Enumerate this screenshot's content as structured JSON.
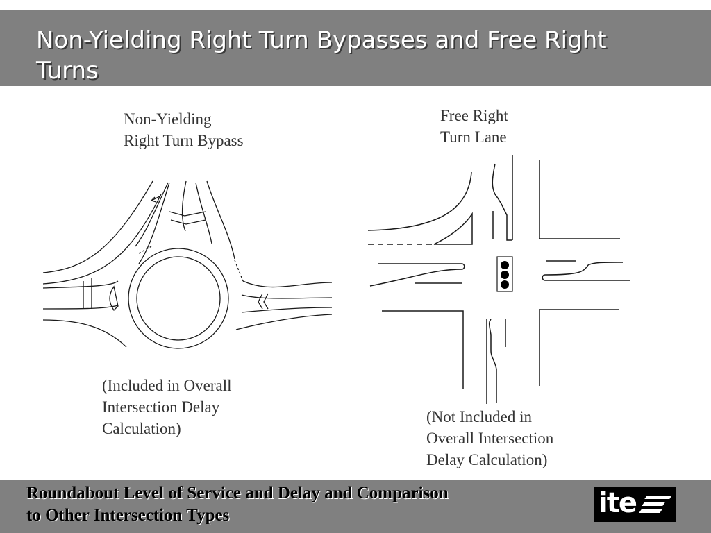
{
  "slide": {
    "title": "Non-Yielding Right Turn Bypasses and Free Right Turns"
  },
  "left_diagram": {
    "label_lines": [
      "Non-Yielding",
      "Right Turn Bypass"
    ],
    "note_lines": [
      "(Included in Overall",
      "Intersection Delay",
      "Calculation)"
    ]
  },
  "right_diagram": {
    "label_lines": [
      "Free Right",
      "Turn Lane"
    ],
    "note_lines": [
      "(Not Included in",
      "Overall Intersection",
      "Delay Calculation)"
    ],
    "signal_colors": [
      "#000000",
      "#000000",
      "#000000"
    ]
  },
  "footer": {
    "text_lines": [
      "Roundabout Level of Service and Delay and Comparison",
      "to Other Intersection Types"
    ],
    "logo_text": "ite"
  },
  "colors": {
    "header_background": "#808080",
    "title_text": "#ffffff",
    "footer_background": "#808080",
    "line_color": "#1a1a1a"
  }
}
